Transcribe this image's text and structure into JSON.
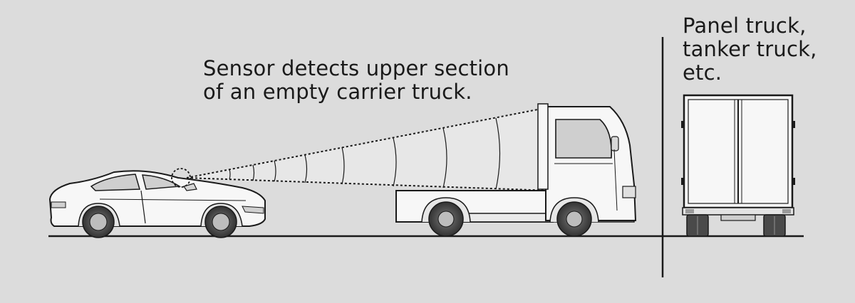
{
  "captions": {
    "sensor": {
      "line1": "Sensor detects upper section",
      "line2": "of an empty carrier truck."
    },
    "panel_truck": {
      "line1": "Panel truck,",
      "line2": "tanker truck,",
      "line3": "etc."
    }
  },
  "colors": {
    "background": "#dcdcdc",
    "vehicle_fill": "#f7f7f7",
    "line": "#1a1a1a",
    "tire": "#4a4a4a"
  }
}
